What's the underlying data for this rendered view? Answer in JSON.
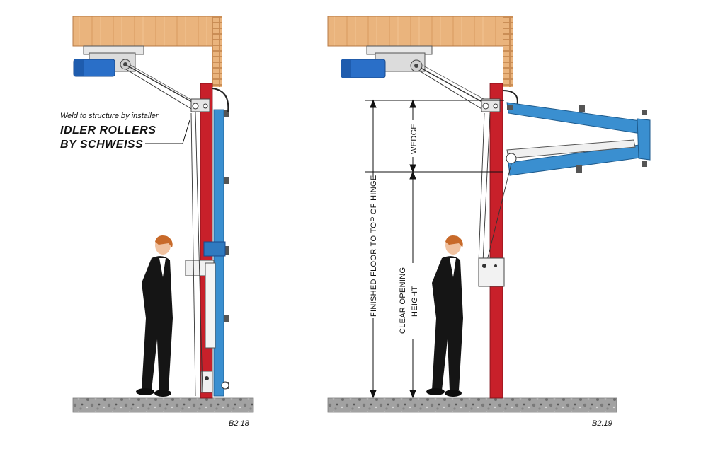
{
  "figures": [
    {
      "id": "B2.18",
      "caption": "B2.18",
      "weld_note": "Weld to structure by installer",
      "callout_line1": "IDLER ROLLERS",
      "callout_line2": "BY SCHWEISS"
    },
    {
      "id": "B2.19",
      "caption": "B2.19",
      "dim_wedge": "WEDGE",
      "dim_overall": "FINISHED FLOOR TO TOP OF HINGE",
      "dim_clear_line1": "CLEAR OPENING",
      "dim_clear_line2": "HEIGHT"
    }
  ],
  "colors": {
    "timber": "#e8b27a",
    "column_red": "#c8202a",
    "door_blue": "#3a8fd0",
    "motor_blue": "#2a6fc8",
    "floor": "#9a9a9a",
    "suit": "#151515",
    "hair": "#c86a2a"
  }
}
